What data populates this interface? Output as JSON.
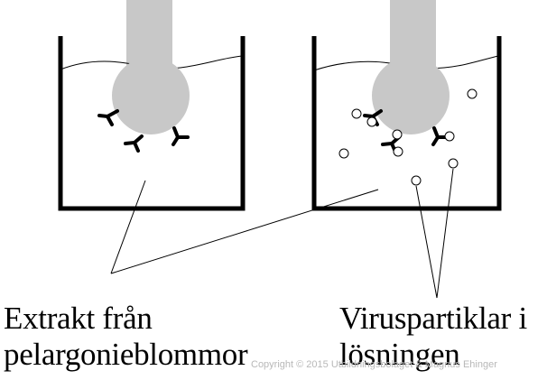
{
  "labels": {
    "extract_line1": "Extrakt från",
    "extract_line2": "pelargonieblommor",
    "virus_line1": "Viruspartiklar i",
    "virus_line2": "lösningen"
  },
  "copyright": "Copyright © 2015 Utbildningsbolaget & Magnus Ehinger",
  "colors": {
    "probe": "#c8c8c8",
    "outline": "#000000",
    "copyright": "#b8b8b8"
  }
}
